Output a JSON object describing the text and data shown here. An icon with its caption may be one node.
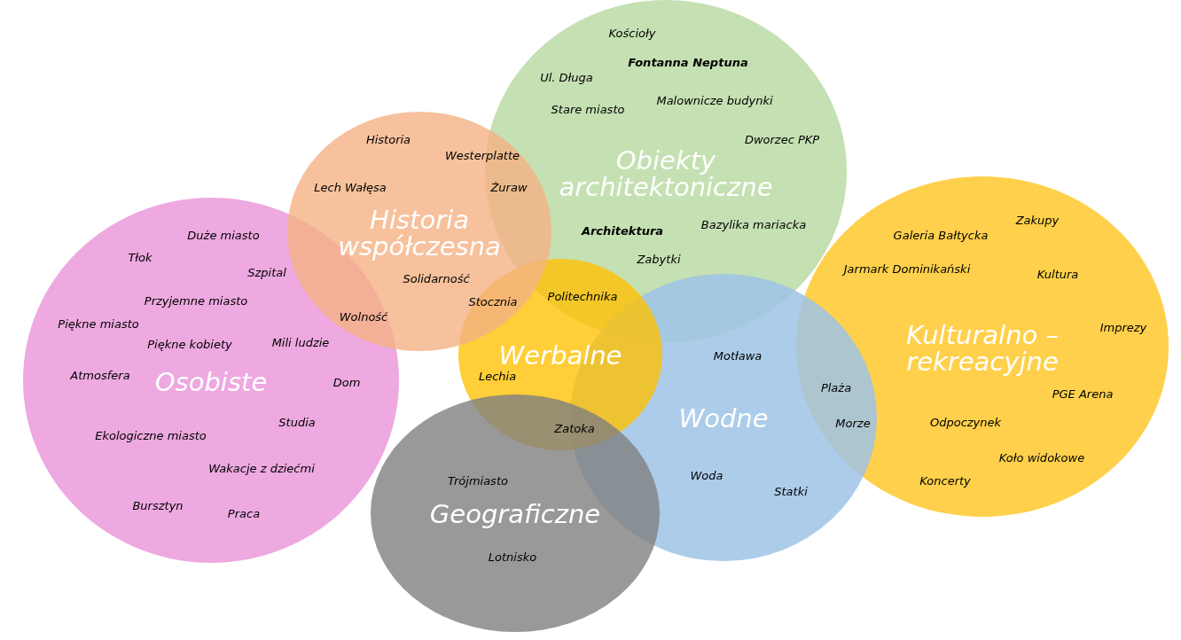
{
  "diagram": {
    "nodes": [
      {
        "text": [
          "Obiekty architektoniczne"
        ]
      },
      {
        "text": [
          "Historia współczesna"
        ]
      },
      {
        "text": [
          "Kulturalno – rekreacyjne"
        ]
      },
      {
        "text": [
          "Osobiste"
        ]
      },
      {
        "text": [
          "Werbalne"
        ]
      },
      {
        "text": [
          "Wodne"
        ]
      },
      {
        "text": [
          "Geograficzne"
        ]
      }
    ],
    "labels": [
      "Kościoły",
      "Fontanna Neptuna",
      "Ul. Długa",
      "Malownicze budynki",
      "Stare miasto",
      "Historia",
      "Dworzec PKP",
      "Westerplatte",
      "Lech Wałęsa",
      "Żuraw",
      "Zakupy",
      "Bazylika mariacka",
      "Architektura",
      "Duże miasto",
      "Galeria Bałtycka",
      "Tłok",
      "Zabytki",
      "Jarmark Dominikański",
      "Szpital",
      "Kultura",
      "Solidarność",
      "Politechnika",
      "Przyjemne miasto",
      "Stocznia",
      "Wolność",
      "Piękne miasto",
      "Imprezy",
      "Mili ludzie",
      "Piękne kobiety",
      "Motława",
      "Atmosfera",
      "Lechia",
      "Dom",
      "Plaża",
      "PGE Arena",
      "Studia",
      "Odpoczynek",
      "Morze",
      "Zatoka",
      "Ekologiczne miasto",
      "Koło widokowe",
      "Wakacje z dziećmi",
      "Woda",
      "Koncerty",
      "Trójmiasto",
      "Statki",
      "Bursztyn",
      "Praca",
      "Lotnisko"
    ]
  }
}
